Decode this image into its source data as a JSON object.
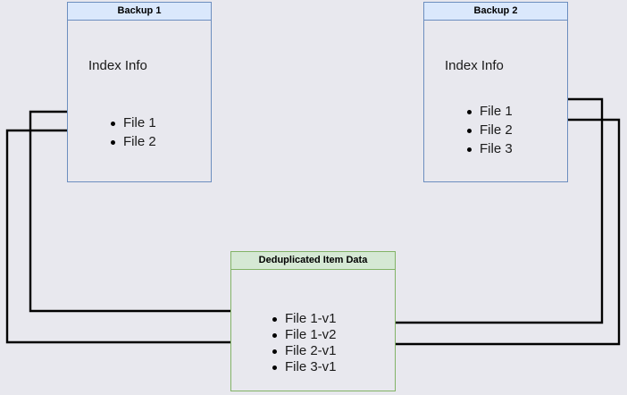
{
  "page": {
    "title": "Deduplication diagram",
    "background_color": "#e8e8ee"
  },
  "colors": {
    "blue_header_fill": "#dae8fc",
    "blue_border": "#6c8ebf",
    "green_header_fill": "#d5e8d4",
    "green_border": "#82b366",
    "box_body_fill": "#e8e8ee",
    "arrow_color": "#000000",
    "text_color": "#1a1a1a"
  },
  "boxes": {
    "backup1": {
      "title": "Backup 1",
      "section_label": "Index Info",
      "items": [
        "File 1",
        "File 2"
      ]
    },
    "backup2": {
      "title": "Backup 2",
      "section_label": "Index Info",
      "items": [
        "File 1",
        "File 2",
        "File 3"
      ]
    },
    "dedup": {
      "title": "Deduplicated Item Data",
      "items": [
        "File 1-v1",
        "File 1-v2",
        "File 2-v1",
        "File 3-v1"
      ]
    }
  },
  "connections": [
    {
      "name": "backup1-file1-to-file1v1",
      "from": "Backup 1 / File 1",
      "to": "Deduplicated Item Data / File 1-v1",
      "side": "left"
    },
    {
      "name": "backup1-file2-to-file2v1",
      "from": "Backup 1 / File 2",
      "to": "Deduplicated Item Data / File 2-v1",
      "side": "left"
    },
    {
      "name": "backup2-file1-to-file1v2",
      "from": "Backup 2 / File 1",
      "to": "Deduplicated Item Data / File 1-v2",
      "side": "right"
    },
    {
      "name": "backup2-file2-to-file2v1",
      "from": "Backup 2 / File 2",
      "to": "Deduplicated Item Data / File 2-v1",
      "side": "right"
    }
  ]
}
